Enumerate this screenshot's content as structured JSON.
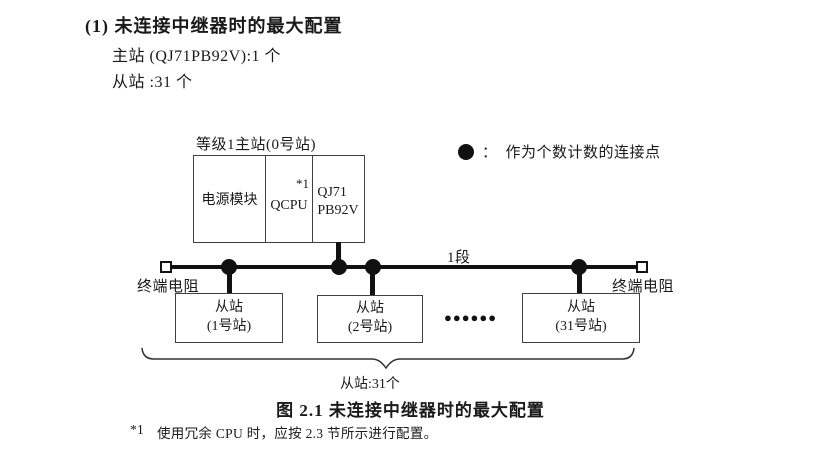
{
  "colors": {
    "ink": "#1a1a1a",
    "box_border": "#404040"
  },
  "header": {
    "heading": "(1) 未连接中继器时的最大配置",
    "master_count": "主站 (QJ71PB92V):1 个",
    "slave_count": "从站 :31 个"
  },
  "legend": {
    "colon": "：",
    "text": "作为个数计数的连接点"
  },
  "master_station": {
    "label": "等级1主站(0号站)",
    "cells": {
      "power": "电源模块",
      "cpu": "QCPU",
      "cpu_note": "*1",
      "module_line1": "QJ71",
      "module_line2": "PB92V"
    }
  },
  "bus": {
    "segment_label": "1段",
    "left_terminator_label": "终端电阻",
    "right_terminator_label": "终端电阻"
  },
  "slaves": {
    "station1": {
      "line1": "从站",
      "line2": "(1号站)"
    },
    "station2": {
      "line1": "从站",
      "line2": "(2号站)"
    },
    "ellipsis": "●●●●●●",
    "station31": {
      "line1": "从站",
      "line2": "(31号站)"
    },
    "summary": "从站:31个"
  },
  "caption": "图 2.1 未连接中继器时的最大配置",
  "footnote": {
    "marker": "*1",
    "text": "使用冗余 CPU 时，应按 2.3 节所示进行配置。"
  }
}
